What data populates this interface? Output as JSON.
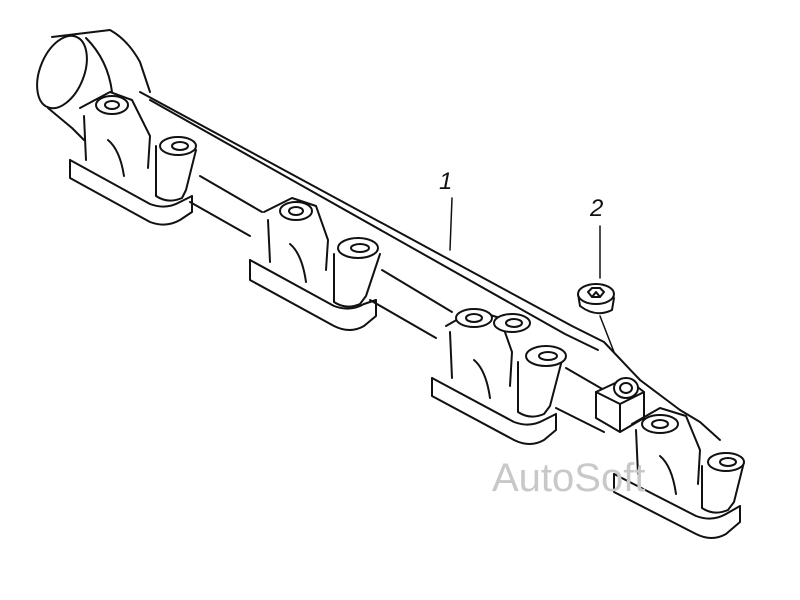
{
  "callouts": {
    "part_1": "1",
    "part_2": "2"
  },
  "watermark": "AutoSoft",
  "colors": {
    "line": "#111111",
    "watermark": "#c8c8c8",
    "background": "#ffffff"
  }
}
